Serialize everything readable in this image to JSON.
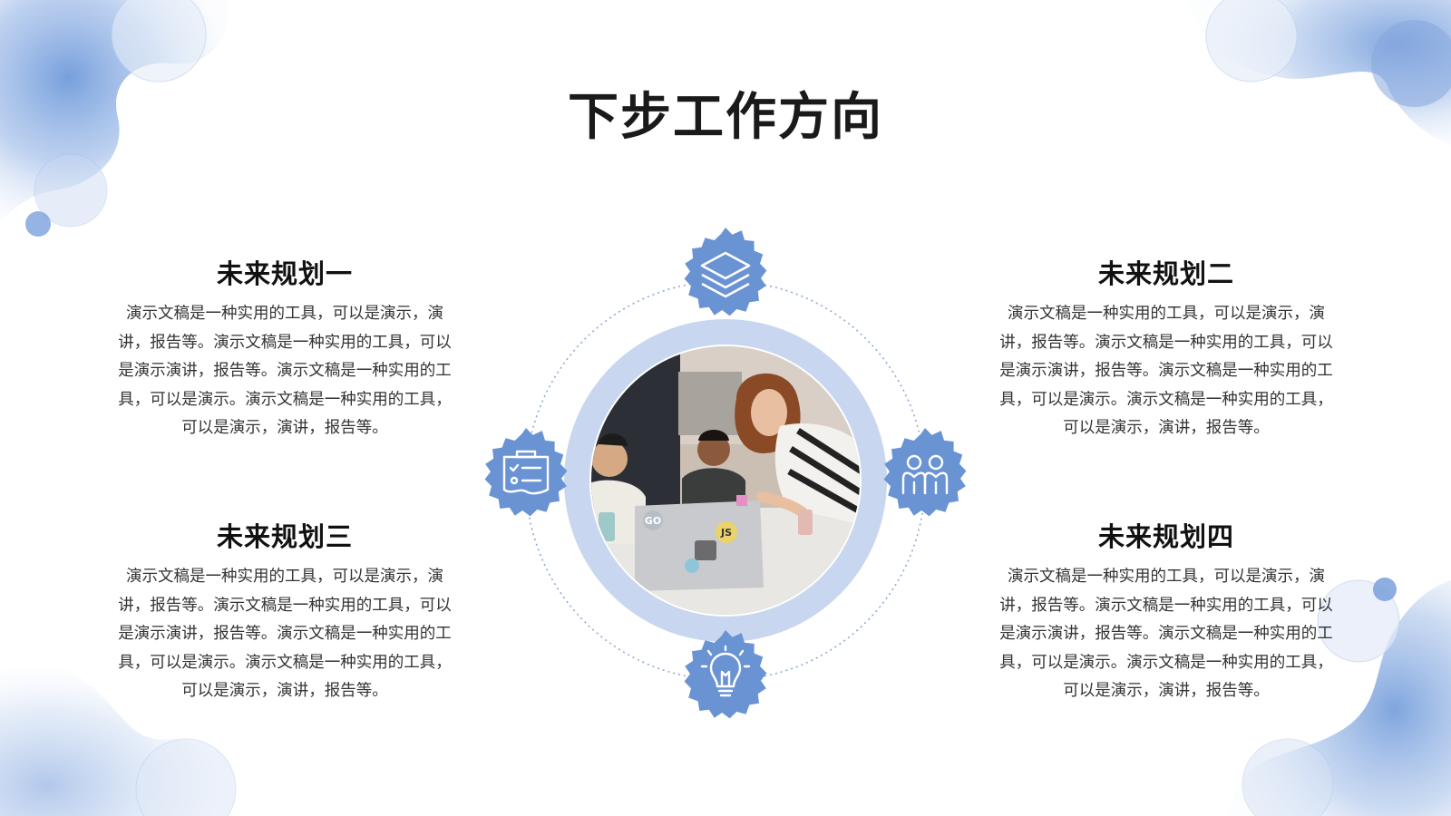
{
  "title": "下步工作方向",
  "colors": {
    "accent": "#6a93d4",
    "ring": "#c8d7ef",
    "title": "#1a1a1a",
    "text": "#333333"
  },
  "plans": [
    {
      "heading": "未来规划一",
      "body": "演示文稿是一种实用的工具，可以是演示，演讲，报告等。演示文稿是一种实用的工具，可以是演示演讲，报告等。演示文稿是一种实用的工具，可以是演示。演示文稿是一种实用的工具，可以是演示，演讲，报告等。"
    },
    {
      "heading": "未来规划二",
      "body": "演示文稿是一种实用的工具，可以是演示，演讲，报告等。演示文稿是一种实用的工具，可以是演示演讲，报告等。演示文稿是一种实用的工具，可以是演示。演示文稿是一种实用的工具，可以是演示，演讲，报告等。"
    },
    {
      "heading": "未来规划三",
      "body": "演示文稿是一种实用的工具，可以是演示，演讲，报告等。演示文稿是一种实用的工具，可以是演示演讲，报告等。演示文稿是一种实用的工具，可以是演示。演示文稿是一种实用的工具，可以是演示，演讲，报告等。"
    },
    {
      "heading": "未来规划四",
      "body": "演示文稿是一种实用的工具，可以是演示，演讲，报告等。演示文稿是一种实用的工具，可以是演示演讲，报告等。演示文稿是一种实用的工具，可以是演示。演示文稿是一种实用的工具，可以是演示，演讲，报告等。"
    }
  ],
  "icons": {
    "top": "layers-icon",
    "left": "clipboard-checklist-icon",
    "right": "team-people-icon",
    "bottom": "lightbulb-icon"
  },
  "photo": {
    "description": "team-meeting-laptop-photo",
    "laptop_stickers": [
      "GO",
      "JS"
    ]
  }
}
